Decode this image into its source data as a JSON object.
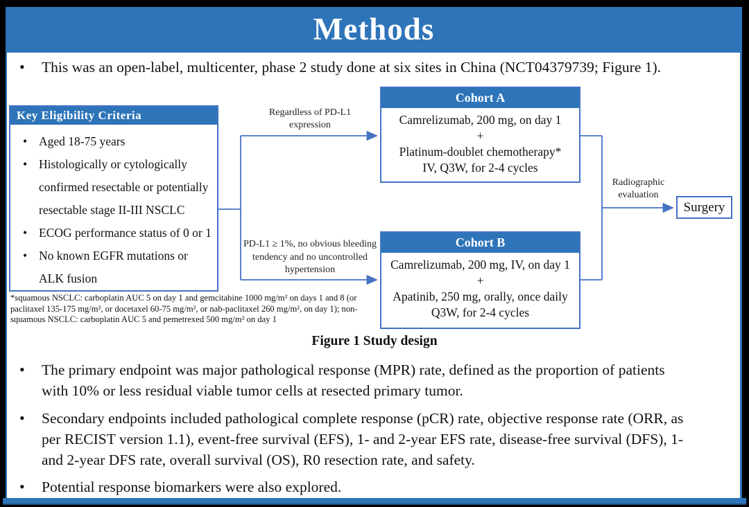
{
  "slide": {
    "title": "Methods",
    "intro_bullet": "This was an open-label, multicenter, phase 2 study done at six sites in China (NCT04379739; Figure 1).",
    "colors": {
      "banner_blue": "#2E74B9",
      "connector_blue": "#4472C4",
      "background_frame": "#000000",
      "text": "#111111"
    }
  },
  "figure": {
    "eligibility": {
      "header": "Key Eligibility Criteria",
      "lines": [
        "Aged 18-75 years",
        "Histologically or cytologically",
        "confirmed resectable or potentially",
        "resectable stage II-III NSCLC",
        "ECOG performance status of 0 or 1",
        "No known EGFR mutations or",
        "ALK fusion"
      ]
    },
    "branch_top_label": "Regardless of PD-L1 expression",
    "branch_bottom_label": "PD-L1 ≥ 1%, no obvious bleeding tendency and no uncontrolled hypertension",
    "cohort_a": {
      "header": "Cohort A",
      "lines": [
        "Camrelizumab, 200 mg, on day 1",
        "+",
        "Platinum-doublet chemotherapy*",
        "IV, Q3W, for 2-4 cycles"
      ]
    },
    "cohort_b": {
      "header": "Cohort B",
      "lines": [
        "Camrelizumab, 200 mg, IV, on day 1",
        "+",
        "Apatinib, 250 mg, orally, once daily",
        "Q3W, for 2-4 cycles"
      ]
    },
    "radiographic_label": "Radiographic evaluation",
    "surgery_label": "Surgery",
    "footnote_lines": [
      "*squamous NSCLC: carboplatin AUC 5 on day 1 and gemcitabine 1000 mg/m² on days 1 and 8 (or",
      "paclitaxel 135-175 mg/m², or docetaxel 60-75 mg/m², or nab-paclitaxel 260 mg/m², on day 1); non-",
      "squamous NSCLC: carboplatin AUC 5 and pemetrexed 500 mg/m² on day 1"
    ],
    "caption": "Figure 1 Study design"
  },
  "bullets": [
    {
      "lines": [
        "The primary endpoint was major pathological response (MPR) rate, defined as the proportion of patients",
        "with 10% or less residual viable tumor cells at resected primary tumor."
      ]
    },
    {
      "lines": [
        "Secondary endpoints included pathological complete response (pCR) rate, objective response rate (ORR, as",
        "per RECIST version 1.1), event-free survival (EFS), 1- and 2-year EFS rate, disease-free survival (DFS), 1-",
        "and 2-year DFS rate, overall survival (OS), R0 resection rate, and safety."
      ]
    },
    {
      "lines": [
        "Potential response biomarkers were also explored."
      ]
    }
  ]
}
